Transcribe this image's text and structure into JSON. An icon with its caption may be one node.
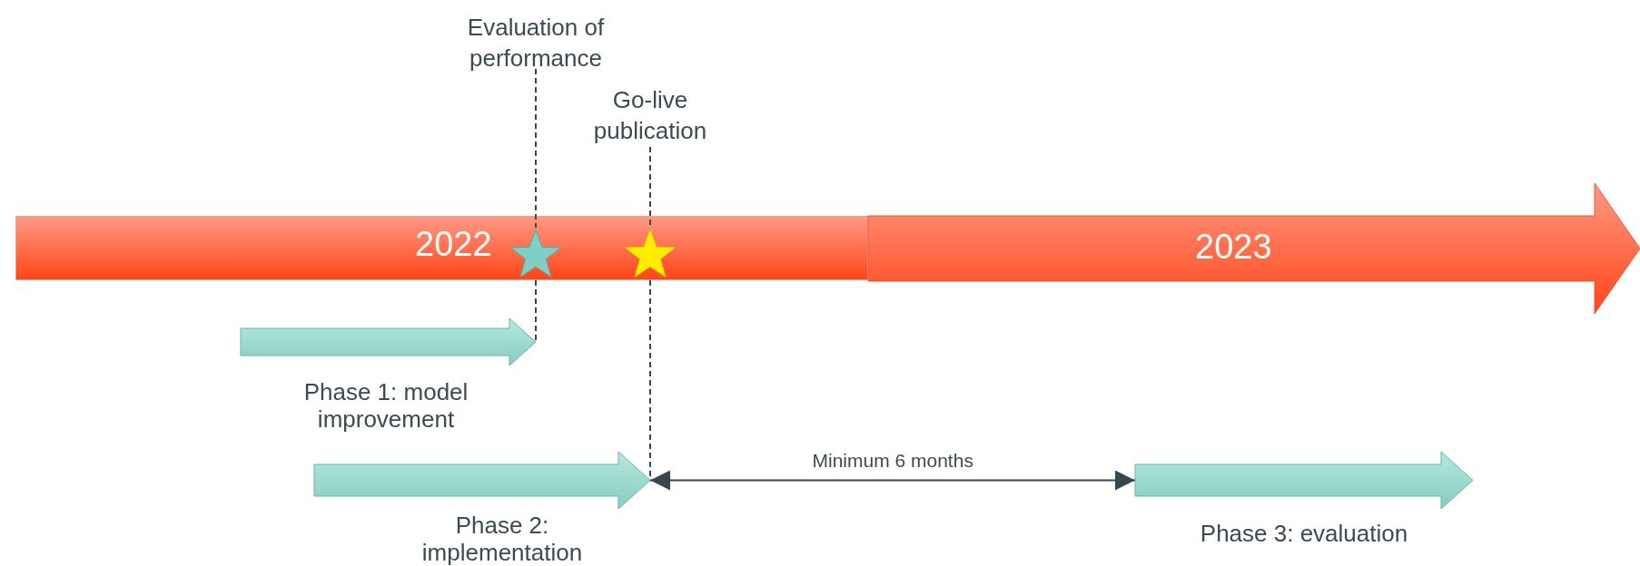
{
  "diagram": {
    "nodes": [
      {
        "text": [
          "2022"
        ]
      },
      {
        "text": [
          "2023"
        ]
      },
      {
        "text": [],
        "shape": "star",
        "in": 0
      },
      {
        "text": [],
        "shape": "star",
        "in": 0
      },
      {
        "text": [
          "Evaluation of performance"
        ]
      },
      {
        "text": [
          "Go-live publication"
        ]
      },
      {
        "text": [],
        "shape": "arrow",
        "beside": [
          "Phase 1: model improvement"
        ]
      },
      {
        "text": [],
        "shape": "arrow",
        "beside": [
          "Phase 2: implementation"
        ]
      },
      {
        "text": [],
        "shape": "arrow",
        "beside": [
          "Phase 3: evaluation"
        ]
      }
    ],
    "edges": [
      {
        "from": 4,
        "to": 2,
        "arrow": "none",
        "style": "dashed"
      },
      {
        "from": 2,
        "to": 6,
        "arrow": "none",
        "style": "dashed"
      },
      {
        "from": 5,
        "to": 3,
        "arrow": "none",
        "style": "dashed"
      },
      {
        "from": 3,
        "to": 7,
        "arrow": "none",
        "style": "dashed"
      },
      {
        "from": 7,
        "to": 8,
        "arrow": "both",
        "label": "Minimum 6 months"
      }
    ]
  }
}
